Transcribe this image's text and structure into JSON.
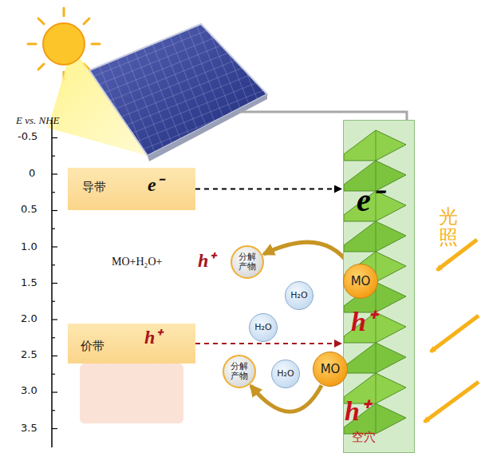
{
  "diagram": {
    "nodes": [
      {
        "text": [
          "导带",
          "e⁻"
        ]
      },
      {
        "text": [
          "价带",
          "h⁺"
        ]
      },
      {
        "text": [
          "e⁻"
        ]
      },
      {
        "text": [
          "分解产物"
        ]
      },
      {
        "text": [
          "H₂O"
        ]
      },
      {
        "text": [
          "MO"
        ]
      },
      {
        "text": [
          "H₂O"
        ]
      },
      {
        "text": [
          "分解产物"
        ]
      },
      {
        "text": [
          "H₂O"
        ]
      },
      {
        "text": [
          "MO"
        ]
      }
    ],
    "edges": [
      {
        "from": 0,
        "to": 2,
        "arrow": "to"
      },
      {
        "from": 1,
        "to": 2,
        "arrow": "to"
      },
      {
        "from": 5,
        "to": 3,
        "arrow": "to"
      },
      {
        "from": 9,
        "to": 7,
        "arrow": "to"
      }
    ],
    "labels": [
      "E vs. NHE",
      "-0.5",
      "0",
      "0.5",
      "1.0",
      "1.5",
      "2.0",
      "2.5",
      "3.0",
      "3.5",
      "MO+H₂O+",
      "h⁺",
      "h⁺",
      "h⁺",
      "空穴",
      "光照"
    ]
  }
}
